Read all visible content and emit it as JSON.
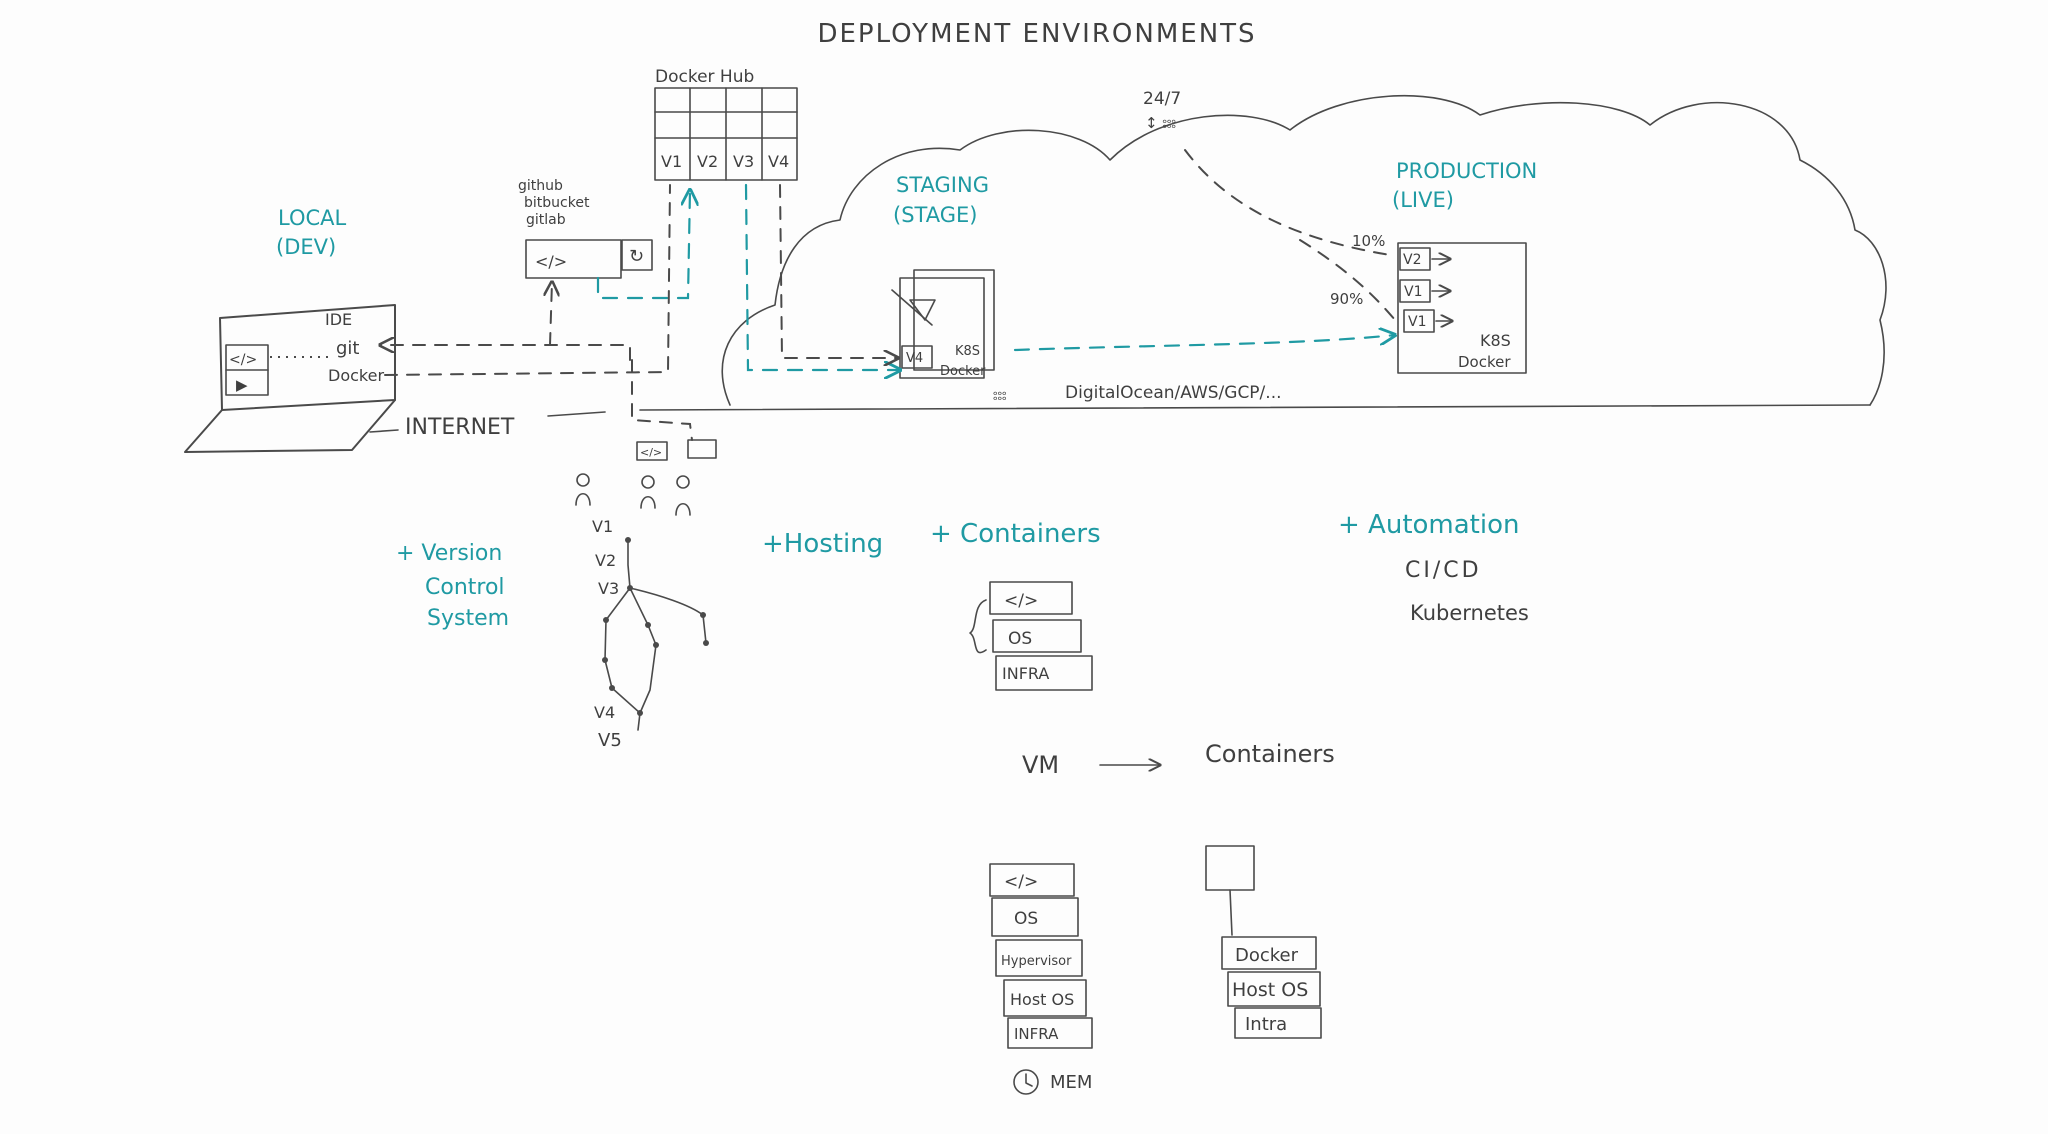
{
  "colors": {
    "ink": "#4a4a4a",
    "accent": "#1f9aa3",
    "background": "#fdfdfd"
  },
  "title": "DEPLOYMENT ENVIRONMENTS",
  "dockerhub": {
    "label": "Docker Hub",
    "versions": [
      "V1",
      "V2",
      "V3",
      "V4"
    ]
  },
  "vcs_hosts": [
    "github",
    "bitbucket",
    "gitlab"
  ],
  "code_icon": "</>",
  "local": {
    "title": "LOCAL",
    "subtitle": "(DEV)",
    "tools": [
      "IDE",
      "git",
      "Docker"
    ]
  },
  "internet": "INTERNET",
  "staging": {
    "title": "STAGING",
    "subtitle": "(STAGE)",
    "version": "V4",
    "k8s": "K8S",
    "docker": "Docker"
  },
  "production": {
    "title": "PRODUCTION",
    "subtitle": "(LIVE)",
    "versions": [
      "V2",
      "V1",
      "V1"
    ],
    "k8s": "K8S",
    "docker": "Docker",
    "split_top": "10%",
    "split_bottom": "90%",
    "uptime": "24/7"
  },
  "providers": "DigitalOcean/AWS/GCP/...",
  "version_control": {
    "heading": [
      "+ Version",
      "Control",
      "System"
    ],
    "versions": [
      "V1",
      "V2",
      "V3",
      "V4",
      "V5"
    ]
  },
  "hosting": {
    "heading": "+Hosting",
    "plus_containers": "+ Containers",
    "stack": [
      "</>",
      "OS",
      "INFRA"
    ]
  },
  "automation": {
    "heading": "+ Automation",
    "items": [
      "CI/CD",
      "Kubernetes"
    ]
  },
  "vm_compare": {
    "vm": "VM",
    "containers": "Containers",
    "vm_stack": [
      "</>",
      "OS",
      "Hypervisor",
      "Host OS",
      "INFRA"
    ],
    "container_stack": [
      "Docker",
      "Host OS",
      "Intra"
    ],
    "mem": "MEM"
  }
}
